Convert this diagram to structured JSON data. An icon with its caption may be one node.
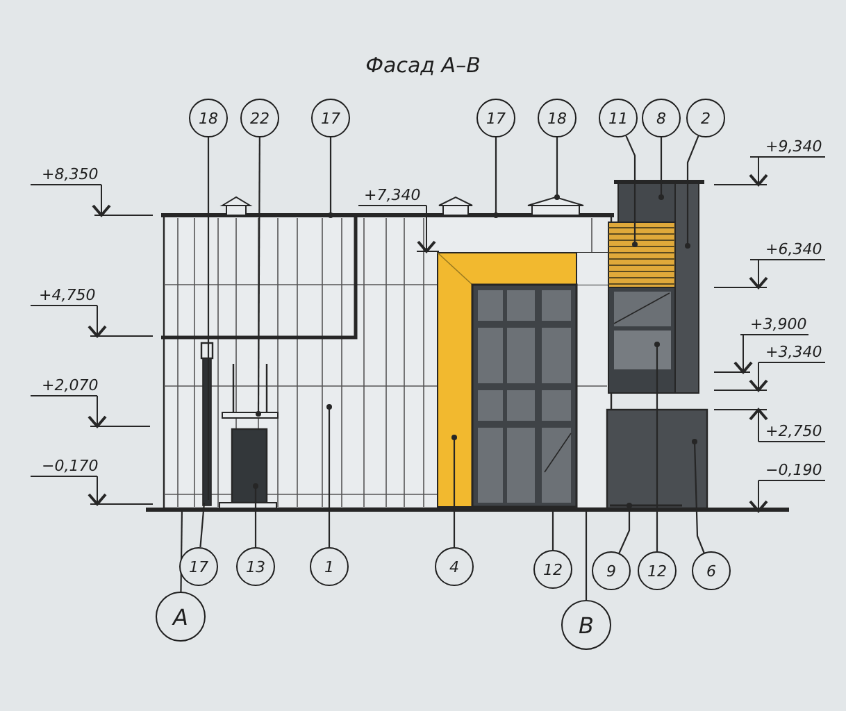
{
  "diagram": {
    "title": "Фасад А–В",
    "nodes": [
      {
        "text": [
          "18"
        ]
      },
      {
        "text": [
          "22"
        ]
      },
      {
        "text": [
          "17"
        ]
      },
      {
        "text": [
          "17"
        ]
      },
      {
        "text": [
          "18"
        ]
      },
      {
        "text": [
          "11"
        ]
      },
      {
        "text": [
          "8"
        ]
      },
      {
        "text": [
          "2"
        ]
      },
      {
        "text": [
          "17"
        ]
      },
      {
        "text": [
          "13"
        ]
      },
      {
        "text": [
          "1"
        ]
      },
      {
        "text": [
          "4"
        ]
      },
      {
        "text": [
          "12"
        ]
      },
      {
        "text": [
          "9"
        ]
      },
      {
        "text": [
          "12"
        ]
      },
      {
        "text": [
          "6"
        ]
      },
      {
        "text": [
          "А"
        ]
      },
      {
        "text": [
          "В"
        ]
      }
    ],
    "edges": [
      {
        "from": 0,
        "to": null,
        "arrow": "none"
      },
      {
        "from": 1,
        "to": null,
        "arrow": "other"
      },
      {
        "from": 2,
        "to": null,
        "arrow": "other"
      },
      {
        "from": 3,
        "to": null,
        "arrow": "other"
      },
      {
        "from": 4,
        "to": null,
        "arrow": "other"
      },
      {
        "from": 5,
        "to": null,
        "arrow": "other"
      },
      {
        "from": 6,
        "to": null,
        "arrow": "other"
      },
      {
        "from": 7,
        "to": null,
        "arrow": "other"
      },
      {
        "from": 8,
        "to": null,
        "arrow": "none"
      },
      {
        "from": 9,
        "to": null,
        "arrow": "other"
      },
      {
        "from": 10,
        "to": null,
        "arrow": "other"
      },
      {
        "from": 11,
        "to": null,
        "arrow": "other"
      },
      {
        "from": 12,
        "to": null,
        "arrow": "none"
      },
      {
        "from": 13,
        "to": null,
        "arrow": "other"
      },
      {
        "from": 14,
        "to": null,
        "arrow": "other"
      },
      {
        "from": 15,
        "to": null,
        "arrow": "other"
      },
      {
        "from": 16,
        "to": null,
        "arrow": "none"
      },
      {
        "from": 17,
        "to": null,
        "arrow": "none"
      }
    ],
    "labels": [
      "+9,340",
      "+8,350",
      "+7,340",
      "+6,340",
      "+4,750",
      "+3,900",
      "+3,340",
      "+2,070",
      "+2,750",
      "−0,170",
      "−0,190"
    ]
  }
}
